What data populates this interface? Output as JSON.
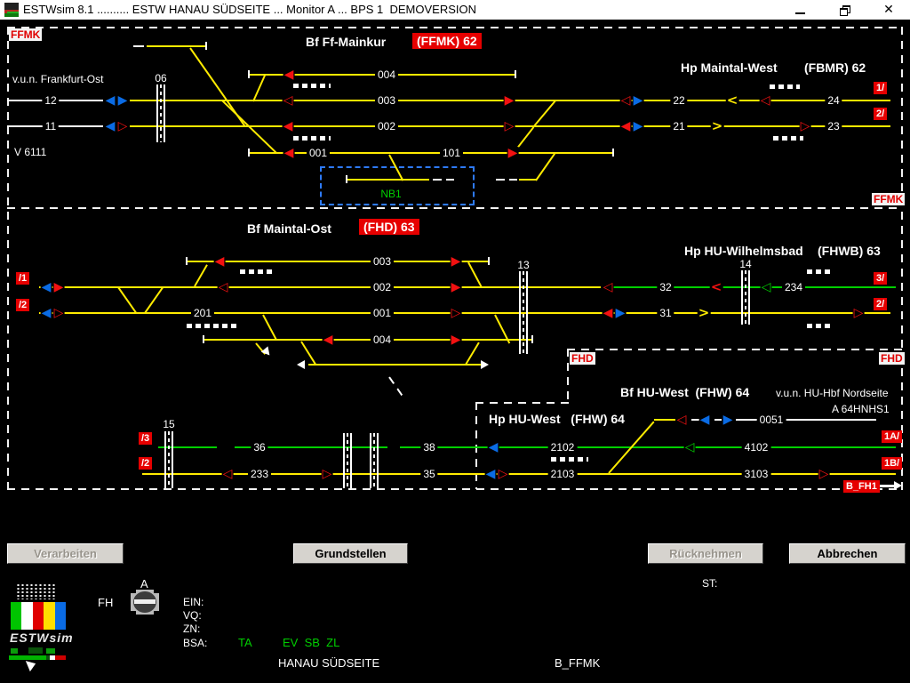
{
  "window": {
    "title": "ESTWsim 8.1 .......... ESTW HANAU SÜDSEITE ... Monitor A ... BPS 1  DEMOVERSION"
  },
  "icons": {
    "tri_left": "◀",
    "tri_right": "▶",
    "tri_left_outline": "◁",
    "tri_right_outline": "▷",
    "chevron_left": "<",
    "chevron_right": ">",
    "close": "✕"
  },
  "ffmk": {
    "border_label_tl": "FFMK",
    "border_label_br": "FFMK",
    "station_title": "Bf Ff-Mainkur",
    "station_badge": "(FFMK) 62",
    "hp_title": "Hp Maintal-West",
    "hp_code": "(FBMR) 62",
    "origin_label": "v.u.n. Frankfurt-Ost",
    "v_label": "V 6111",
    "crossing06": "06",
    "t12": "12",
    "t11": "11",
    "t004": "004",
    "t003": "003",
    "t002": "002",
    "t001": "001",
    "t101": "101",
    "t22": "22",
    "t21": "21",
    "t24": "24",
    "t23": "23",
    "nb1": "NB1",
    "exit1": "1/",
    "exit2": "2/"
  },
  "fhd": {
    "station_title": "Bf Maintal-Ost",
    "station_badge": "(FHD) 63",
    "hp_title": "Hp HU-Wilhelmsbad",
    "hp_code": "(FHWB) 63",
    "border_label_left": "FHD",
    "border_label_right": "FHD",
    "crossing13": "13",
    "crossing14": "14",
    "entry1": "/1",
    "entry2": "/2",
    "t003": "003",
    "t002": "002",
    "t001": "001",
    "t004": "004",
    "t201": "201",
    "t32": "32",
    "t31": "31",
    "t234": "234",
    "exit3": "3/",
    "exit2": "2/"
  },
  "fhw": {
    "station_title": "Bf HU-West  (FHW) 64",
    "hp_title": "Hp HU-West   (FHW) 64",
    "origin_label": "v.u.n. HU-Hbf Nordseite",
    "code_label": "A 64HNHS1",
    "crossing15": "15",
    "entry3": "/3",
    "entry2": "/2",
    "t36": "36",
    "t38": "38",
    "t233": "233",
    "t35": "35",
    "t2102": "2102",
    "t2103": "2103",
    "t4102": "4102",
    "t3103": "3103",
    "t0051": "0051",
    "exit1a": "1A/",
    "exit1b": "1B/",
    "route_label": "B_FH1"
  },
  "toolbar": {
    "verarbeiten": "Verarbeiten",
    "grundstellen": "Grundstellen",
    "ruecknehmen": "Rücknehmen",
    "abbrechen": "Abbrechen"
  },
  "panel": {
    "fh": "FH",
    "a": "A",
    "ein": "EIN:",
    "vq": "VQ:",
    "zn": "ZN:",
    "bsa": "BSA:",
    "ta": "TA",
    "bsa_values": "EV  SB  ZL",
    "st": "ST:",
    "region": "HANAU SÜDSEITE",
    "route": "B_FFMK",
    "logo_text": "ESTWsim"
  },
  "colors": {
    "track_yellow": "#ffeb00",
    "track_green": "#00cf00",
    "track_white": "#ffffff",
    "signal_red": "#f21111",
    "signal_blue": "#0a6be4",
    "badge_red": "#e60000",
    "nb_box_blue": "#2e7bff"
  }
}
